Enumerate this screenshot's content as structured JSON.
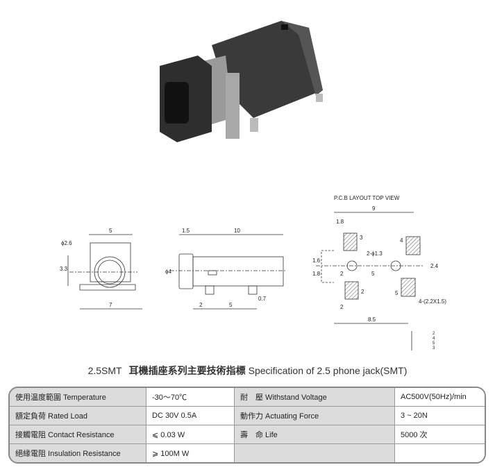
{
  "pcb": {
    "heading": "P.C.B LAYOUT    TOP VIEW",
    "dims": [
      "9",
      "1.8",
      "3",
      "4",
      "2-ϕ1.3",
      "1.6",
      "1.8",
      "2",
      "5",
      "2.4",
      "5",
      "2",
      "2",
      "4-(2.2X1.5)",
      "8.5"
    ],
    "pins": [
      "2",
      "4",
      "5",
      "3"
    ]
  },
  "front": {
    "dims": [
      "5",
      "ϕ2.6",
      "3.3",
      "7"
    ]
  },
  "side": {
    "dims": [
      "1.5",
      "10",
      "ϕ4",
      "0.7",
      "2",
      "5"
    ]
  },
  "title": {
    "model": "2.5SMT",
    "cn": "耳機插座系列主要技術指標",
    "en": "Specification of 2.5 phone jack(SMT)"
  },
  "specs": [
    {
      "label": "使用温度範圍 Temperature",
      "value": "-30～70℃",
      "label2": "耐　壓 Withstand Voltage",
      "value2": "AC500V(50Hz)/min"
    },
    {
      "label": "額定負荷  Rated Load",
      "value": "DC  30V  0.5A",
      "label2": "動作力 Actuating Force",
      "value2": "3 ~ 20N"
    },
    {
      "label": "接觸電阻  Contact Resistance",
      "value": "⩽ 0.03 W",
      "label2": "壽　命 Life",
      "value2": "5000 次"
    },
    {
      "label": "絕緣電阻  Insulation Resistance",
      "value": "⩾ 100M W",
      "label2": "",
      "value2": ""
    }
  ]
}
